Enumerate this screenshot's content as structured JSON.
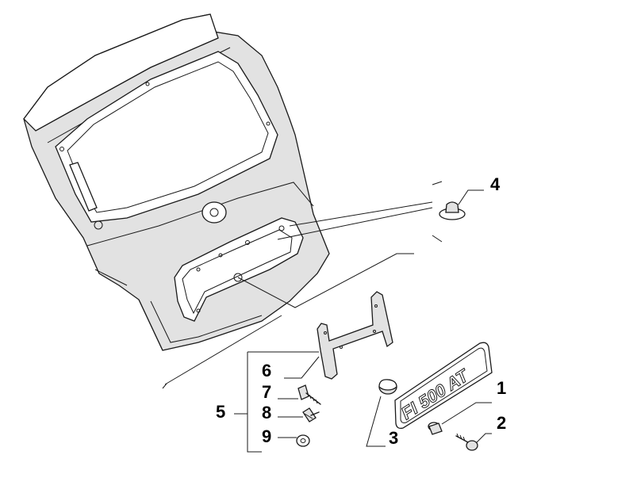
{
  "callouts": {
    "c1": "1",
    "c2": "2",
    "c3": "3",
    "c4": "4",
    "c5": "5",
    "c6": "6",
    "c7": "7",
    "c8": "8",
    "c9": "9"
  },
  "badge": {
    "text": "FI 500 AT"
  },
  "colors": {
    "line": "#1a1a1a",
    "panel_fill": "#e2e2e2",
    "background": "#ffffff"
  }
}
